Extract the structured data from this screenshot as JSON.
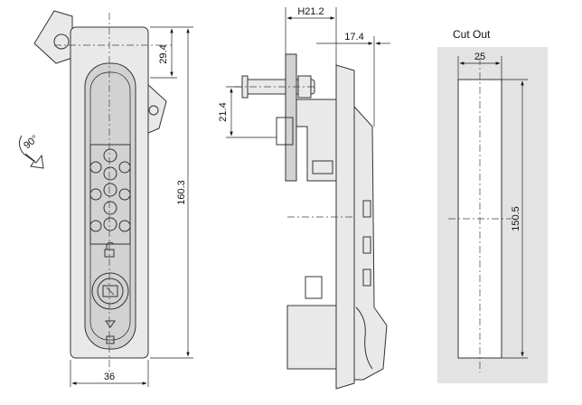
{
  "front_view": {
    "dim_width": "36",
    "dim_height": "160.3",
    "dim_top_offset": "29.4",
    "rotation_label": "90°"
  },
  "side_view": {
    "dim_handle_reach": "H21.2",
    "dim_depth": "17.4",
    "dim_spindle": "21.4"
  },
  "cutout": {
    "title": "Cut Out",
    "dim_width": "25",
    "dim_height": "150.5"
  }
}
